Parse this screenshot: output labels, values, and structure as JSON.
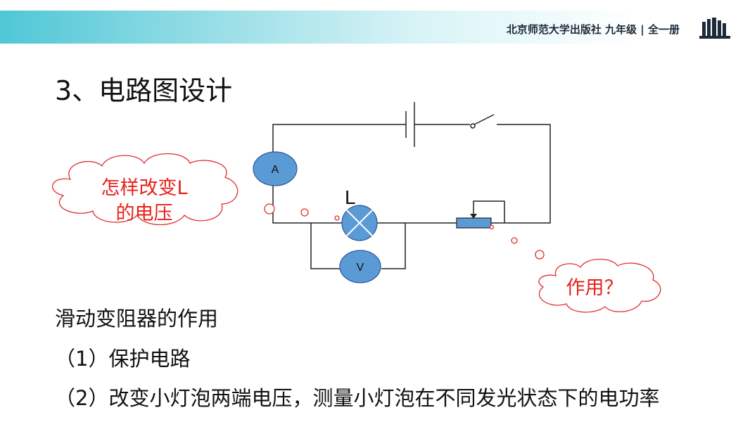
{
  "header": {
    "publisher": "北京师范大学出版社 九年级",
    "volume": "全一册",
    "logo_icon": "books-logo-icon"
  },
  "slide": {
    "title": "3、电路图设计",
    "lines": [
      "滑动变阻器的作用",
      "（1）保护电路",
      "（2）改变小灯泡两端电压，测量小灯泡在不同发光状态下的电功率"
    ]
  },
  "diagram": {
    "ammeter_label": "A",
    "voltmeter_label": "V",
    "lamp_label": "L",
    "cloud_left_line1": "怎样改变L",
    "cloud_left_line2": "的电压",
    "cloud_right": "作用？"
  },
  "colors": {
    "meter_fill": "#5b9bd5",
    "cloud_text": "#e8201a",
    "cloud_outline": "#e03030",
    "banner_start": "#4fc7d6"
  }
}
